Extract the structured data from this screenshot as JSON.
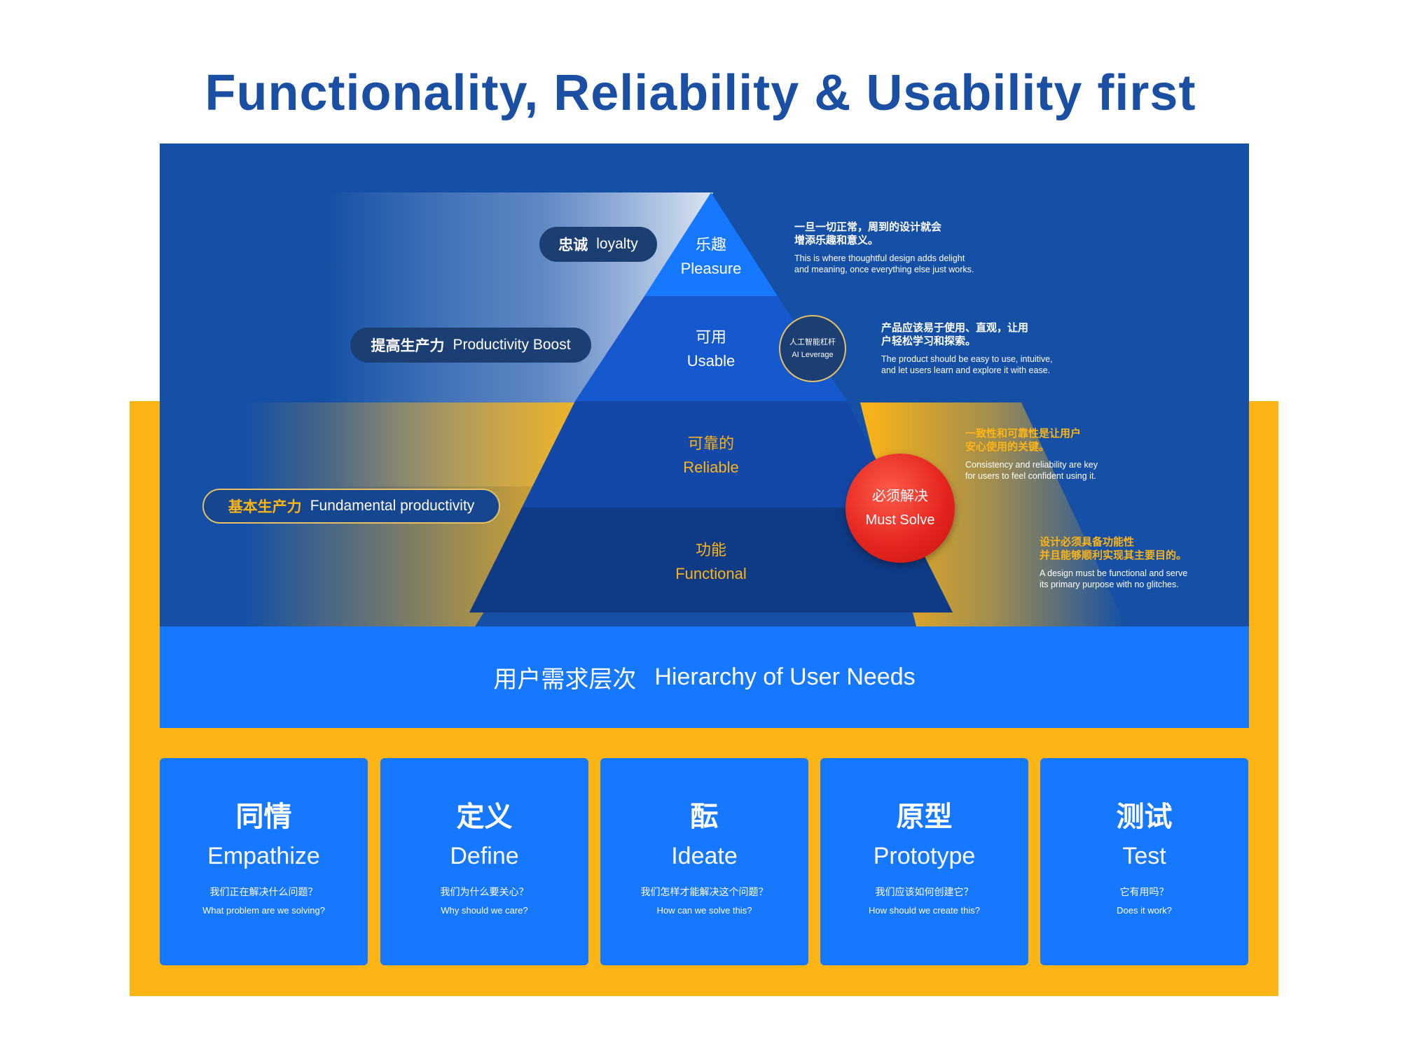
{
  "title": "Functionality, Reliability & Usability first",
  "colors": {
    "navy_panel": "#1550a6",
    "bright_blue": "#1677ff",
    "gold": "#fdb515",
    "red": "#e3231d"
  },
  "pyramid": {
    "levels": [
      {
        "zh": "乐趣",
        "en": "Pleasure"
      },
      {
        "zh": "可用",
        "en": "Usable"
      },
      {
        "zh": "可靠的",
        "en": "Reliable"
      },
      {
        "zh": "功能",
        "en": "Functional"
      }
    ]
  },
  "left_labels": [
    {
      "zh": "忠诚",
      "en": "loyalty"
    },
    {
      "zh": "提高生产力",
      "en": "Productivity Boost"
    },
    {
      "zh": "基本生产力",
      "en": "Fundamental productivity"
    }
  ],
  "badges": {
    "ai": {
      "zh": "人工智能杠杆",
      "en": "AI Leverage"
    },
    "must": {
      "zh": "必须解决",
      "en": "Must Solve"
    }
  },
  "notes": [
    {
      "zh1": "一旦一切正常，周到的设计就会",
      "zh2": "增添乐趣和意义。",
      "en1": "This is where thoughtful design adds delight",
      "en2": "and meaning, once everything else just works."
    },
    {
      "zh1": "产品应该易于使用、直观，让用",
      "zh2": "户轻松学习和探索。",
      "en1": "The product should be easy to use, intuitive,",
      "en2": "and let users learn and explore it with ease."
    },
    {
      "zh1": "一致性和可靠性是让用户",
      "zh2": "安心使用的关键。",
      "en1": "Consistency and reliability are key",
      "en2": "for users to feel confident using it."
    },
    {
      "zh1": "设计必须具备功能性",
      "zh2": "并且能够顺利实现其主要目的。",
      "en1": "A design must be functional and serve",
      "en2": "its primary purpose with no glitches."
    }
  ],
  "banner": {
    "zh": "用户需求层次",
    "en": "Hierarchy of User Needs"
  },
  "steps": [
    {
      "zh": "同情",
      "en": "Empathize",
      "q_zh": "我们正在解决什么问题？",
      "q_en": "What problem are we solving?"
    },
    {
      "zh": "定义",
      "en": "Define",
      "q_zh": "我们为什么要关心？",
      "q_en": "Why should we care?"
    },
    {
      "zh": "酝",
      "en": "Ideate",
      "q_zh": "我们怎样才能解决这个问题？",
      "q_en": "How can we solve this?"
    },
    {
      "zh": "原型",
      "en": "Prototype",
      "q_zh": "我们应该如何创建它？",
      "q_en": "How should we create this?"
    },
    {
      "zh": "测试",
      "en": "Test",
      "q_zh": "它有用吗？",
      "q_en": "Does it work?"
    }
  ]
}
